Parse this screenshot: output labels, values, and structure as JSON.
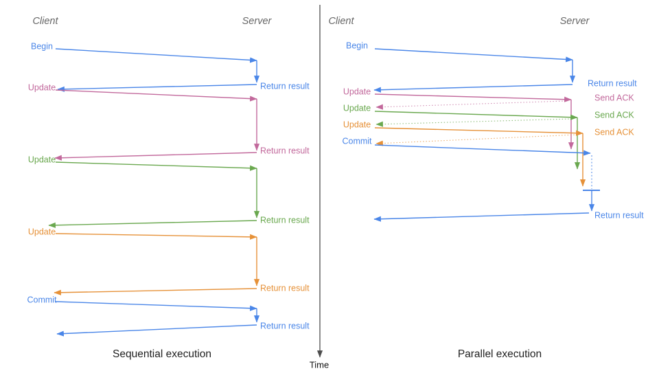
{
  "colors": {
    "blue": "#4a86e8",
    "pink": "#c2699c",
    "green": "#6aa84f",
    "orange": "#e69138",
    "axis": "#4d4d4d",
    "header_gray": "#666666",
    "title_black": "#1f1f1f"
  },
  "time_axis": {
    "label": "Time"
  },
  "diagrams": [
    {
      "title": "Sequential execution",
      "client_label": "Client",
      "server_label": "Server",
      "messages": [
        {
          "label": "Begin",
          "color": "blue",
          "response_label": "Return result",
          "response_style": "solid"
        },
        {
          "label": "Update",
          "color": "pink",
          "response_label": "Return result",
          "response_style": "solid"
        },
        {
          "label": "Update",
          "color": "green",
          "response_label": "Return result",
          "response_style": "solid"
        },
        {
          "label": "Update",
          "color": "orange",
          "response_label": "Return result",
          "response_style": "solid"
        },
        {
          "label": "Commit",
          "color": "blue",
          "response_label": "Return result",
          "response_style": "solid"
        }
      ]
    },
    {
      "title": "Parallel execution",
      "client_label": "Client",
      "server_label": "Server",
      "messages": [
        {
          "label": "Begin",
          "color": "blue",
          "response_label": "Return result",
          "response_style": "solid"
        },
        {
          "label": "Update",
          "color": "pink",
          "response_label": "Send ACK",
          "response_style": "dotted"
        },
        {
          "label": "Update",
          "color": "green",
          "response_label": "Send ACK",
          "response_style": "dotted"
        },
        {
          "label": "Update",
          "color": "orange",
          "response_label": "Send ACK",
          "response_style": "dotted"
        },
        {
          "label": "Commit",
          "color": "blue",
          "response_label": "Return result",
          "response_style": "solid"
        }
      ]
    }
  ]
}
